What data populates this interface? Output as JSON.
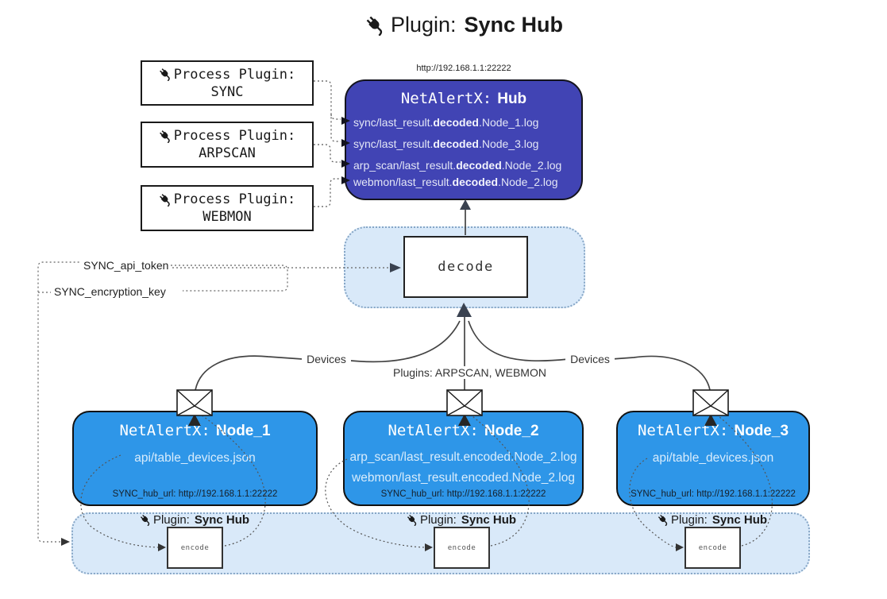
{
  "title": {
    "prefix": "Plugin:",
    "name": "Sync Hub"
  },
  "process_plugins": [
    {
      "label": "Process Plugin:",
      "name": "SYNC"
    },
    {
      "label": "Process Plugin:",
      "name": "ARPSCAN"
    },
    {
      "label": "Process Plugin:",
      "name": "WEBMON"
    }
  ],
  "hub": {
    "url": "http://192.168.1.1:22222",
    "title_prefix": "NetAlertX:",
    "title_name": "Hub",
    "logs": [
      {
        "pre": "sync/last_result.",
        "bold": "decoded",
        "post": ".Node_1.log"
      },
      {
        "pre": "sync/last_result.",
        "bold": "decoded",
        "post": ".Node_3.log"
      },
      {
        "pre": "arp_scan/last_result.",
        "bold": "decoded",
        "post": ".Node_2.log"
      },
      {
        "pre": "webmon/last_result.",
        "bold": "decoded",
        "post": ".Node_2.log"
      }
    ]
  },
  "decode": {
    "label": "decode"
  },
  "config": {
    "api_token": "SYNC_api_token",
    "encryption_key": "SYNC_encryption_key"
  },
  "edges": {
    "devices_left": "Devices",
    "devices_right": "Devices",
    "plugins_mid": "Plugins: ARPSCAN, WEBMON"
  },
  "nodes": [
    {
      "title_prefix": "NetAlertX:",
      "title_name": "Node_1",
      "files": [
        "api/table_devices.json"
      ],
      "hub_url": "SYNC_hub_url: http://192.168.1.1:22222"
    },
    {
      "title_prefix": "NetAlertX:",
      "title_name": "Node_2",
      "files": [
        "arp_scan/last_result.encoded.Node_2.log",
        "webmon/last_result.encoded.Node_2.log"
      ],
      "hub_url": "SYNC_hub_url: http://192.168.1.1:22222"
    },
    {
      "title_prefix": "NetAlertX:",
      "title_name": "Node_3",
      "files": [
        "api/table_devices.json"
      ],
      "hub_url": "SYNC_hub_url: http://192.168.1.1:22222"
    }
  ],
  "encoders": [
    {
      "label_prefix": "Plugin:",
      "label_name": "Sync Hub",
      "box": "encode"
    },
    {
      "label_prefix": "Plugin:",
      "label_name": "Sync Hub",
      "box": "encode"
    },
    {
      "label_prefix": "Plugin:",
      "label_name": "Sync Hub",
      "box": "encode"
    }
  ],
  "colors": {
    "hub_fill": "#4144b4",
    "node_fill": "#2e96e8",
    "panel_fill": "#d9e9f9",
    "panel_border": "#86a6c6",
    "accent_arrow": "#3a4250"
  }
}
